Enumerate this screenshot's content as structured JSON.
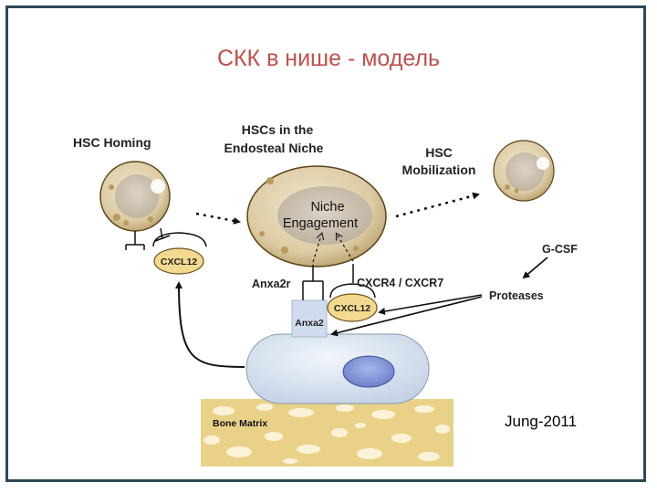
{
  "slide": {
    "title": "СКК в нише - модель",
    "credit": "Jung-2011"
  },
  "labels": {
    "homing": [
      "HSC Homing"
    ],
    "niche": [
      "HSCs in the",
      "Endosteal Niche"
    ],
    "mobilization": [
      "HSC",
      "Mobilization"
    ],
    "engagement": [
      "Niche",
      "Engagement"
    ],
    "cxcl12_left": "CXCL12",
    "cxcl12_right": "CXCL12",
    "anxa2r": "Anxa2r",
    "anxa2": "Anxa2",
    "cxcr": "CXCR4 / CXCR7",
    "gcsf": "G-CSF",
    "proteases": "Proteases",
    "bone_matrix": "Bone Matrix"
  },
  "colors": {
    "title": "#c0504d",
    "frame": "#2d4756",
    "cell_fill": "#dccba4",
    "cell_edge": "#5a4418",
    "nucleus_fill": "#c9c0b4",
    "chemokine_fill": "#f3d98f",
    "chemokine_edge": "#6a5420",
    "anxa2_fill": "#cfdcee",
    "osteoblast_fill": "#dde6f2",
    "osteoblast_nucleus": "#7f93d6",
    "bone_fill": "#e9d287"
  }
}
